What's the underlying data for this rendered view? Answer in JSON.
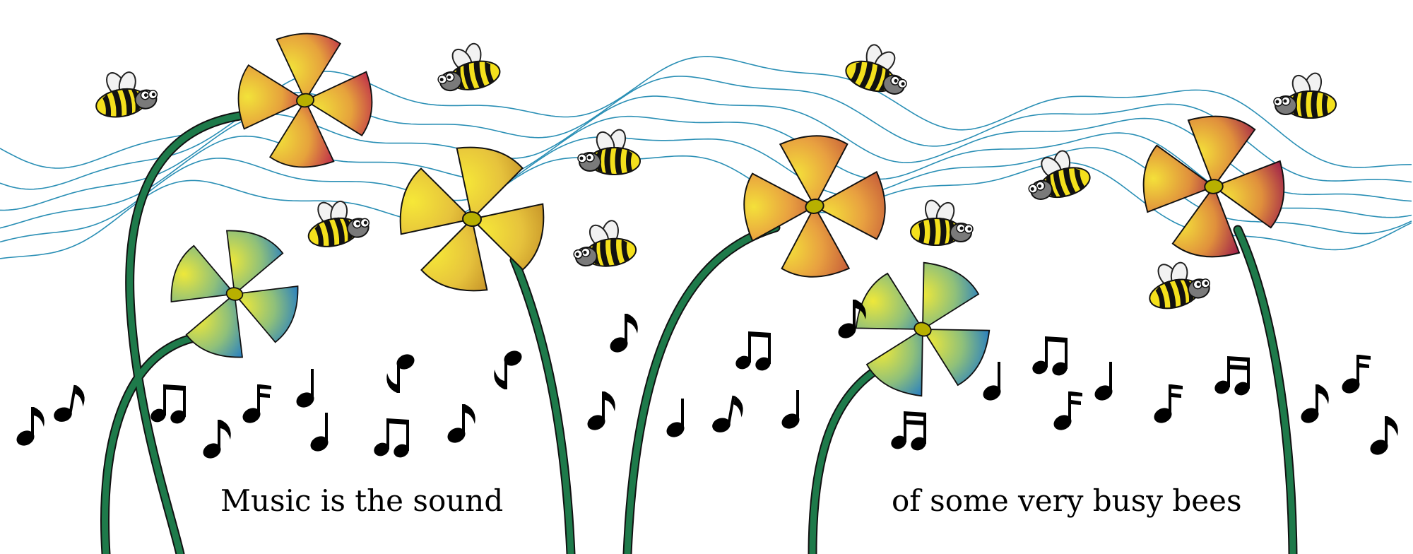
{
  "illustration": {
    "caption_left": "Music is the sound",
    "caption_right": "of some very busy bees"
  },
  "colors": {
    "background": "#ffffff",
    "wave_lines": "#2a8fb5",
    "stem": "#1e7a4a",
    "bee_yellow": "#f4e01c",
    "bee_stripe": "#111111",
    "bee_face": "#7a7a7a",
    "bee_wing": "#f2f2f2",
    "flower_center": "#b8b000",
    "note": "#000000"
  },
  "icons": [
    "bee-icon",
    "flower-icon",
    "music-note-icon",
    "sound-wave-line"
  ]
}
